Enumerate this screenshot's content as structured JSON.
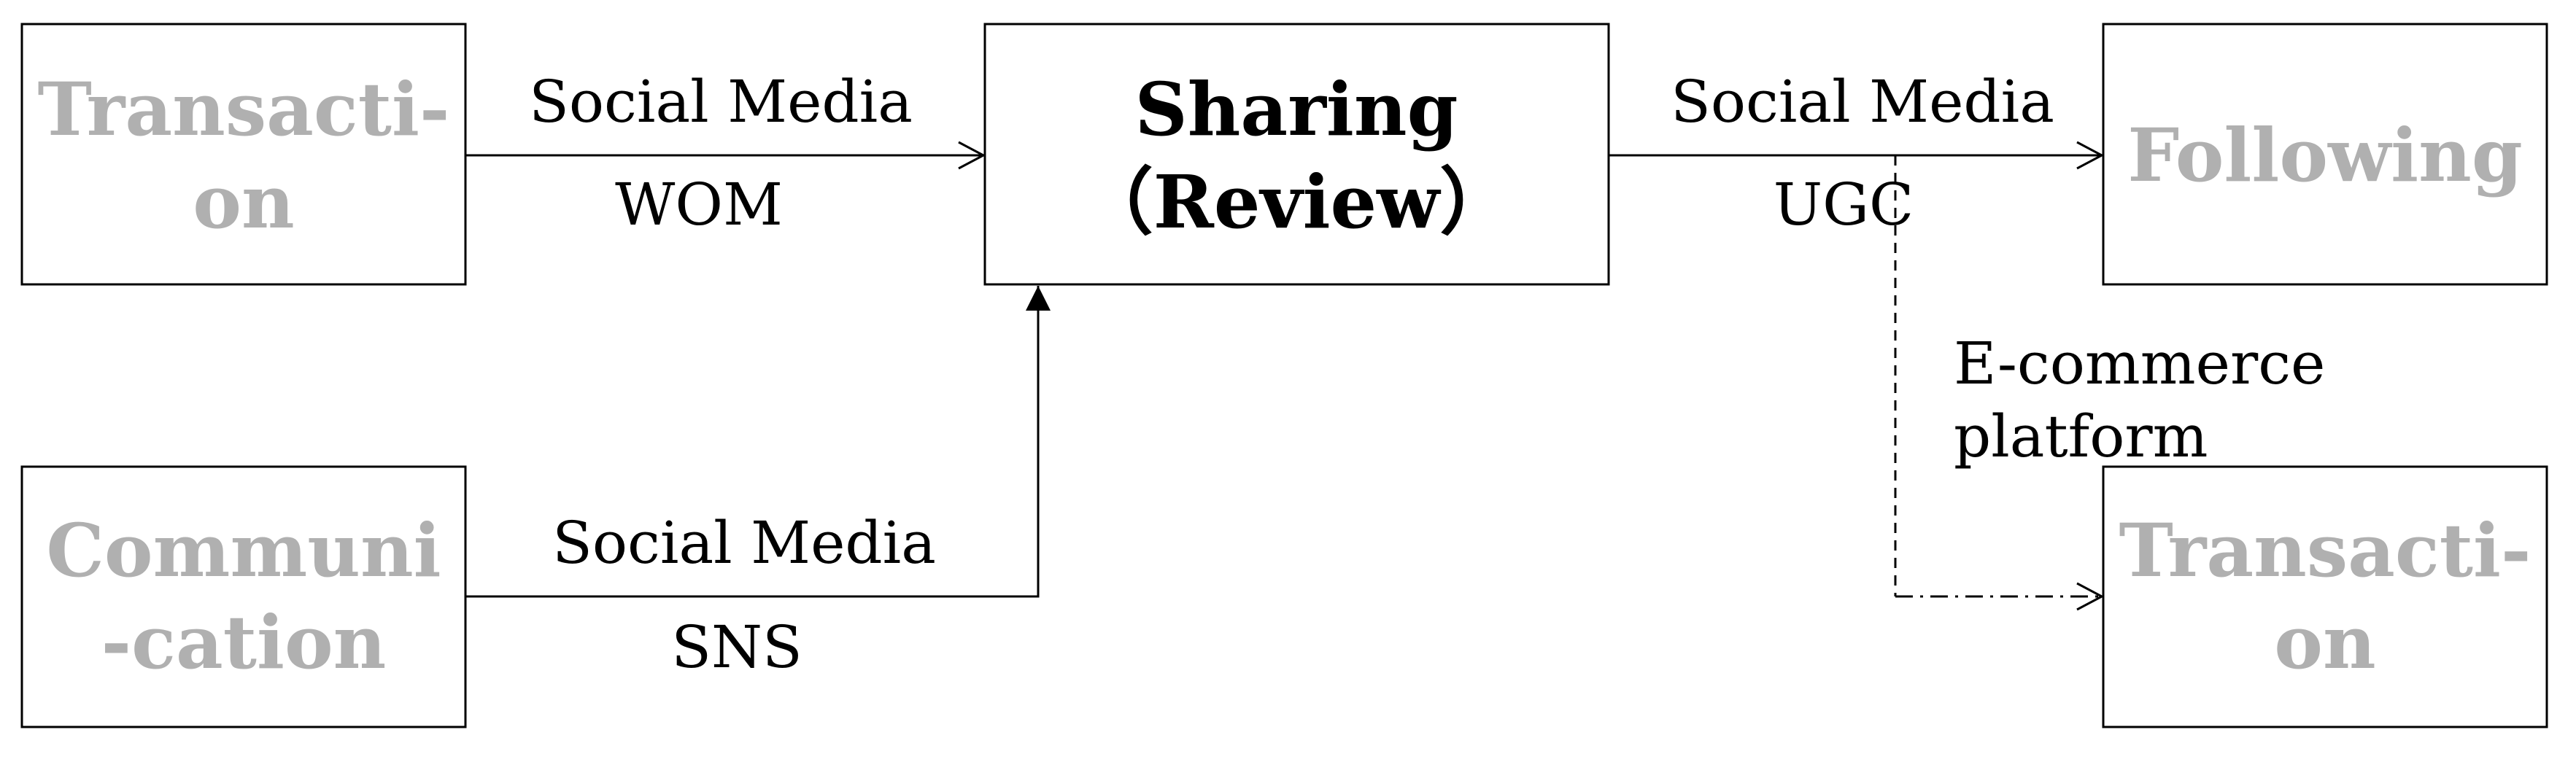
{
  "nodes": {
    "transaction_left": {
      "line1": "Transacti-",
      "line2": "on"
    },
    "communication": {
      "line1": "Communi",
      "line2": "-cation"
    },
    "sharing": {
      "line1": "Sharing",
      "line2": "（Review）"
    },
    "following": {
      "label": "Following"
    },
    "transaction_right": {
      "line1": "Transacti-",
      "line2": "on"
    }
  },
  "edges": {
    "wom": {
      "channel": "Social Media",
      "type": "WOM"
    },
    "sns": {
      "channel": "Social Media",
      "type": "SNS"
    },
    "ugc": {
      "channel": "Social Media",
      "type": "UGC"
    },
    "ecommerce": {
      "line1": "E-commerce",
      "line2": "platform"
    }
  },
  "colors": {
    "inactive_node_text": "#b0b0b0",
    "active_node_text": "#000000",
    "line": "#000000"
  }
}
